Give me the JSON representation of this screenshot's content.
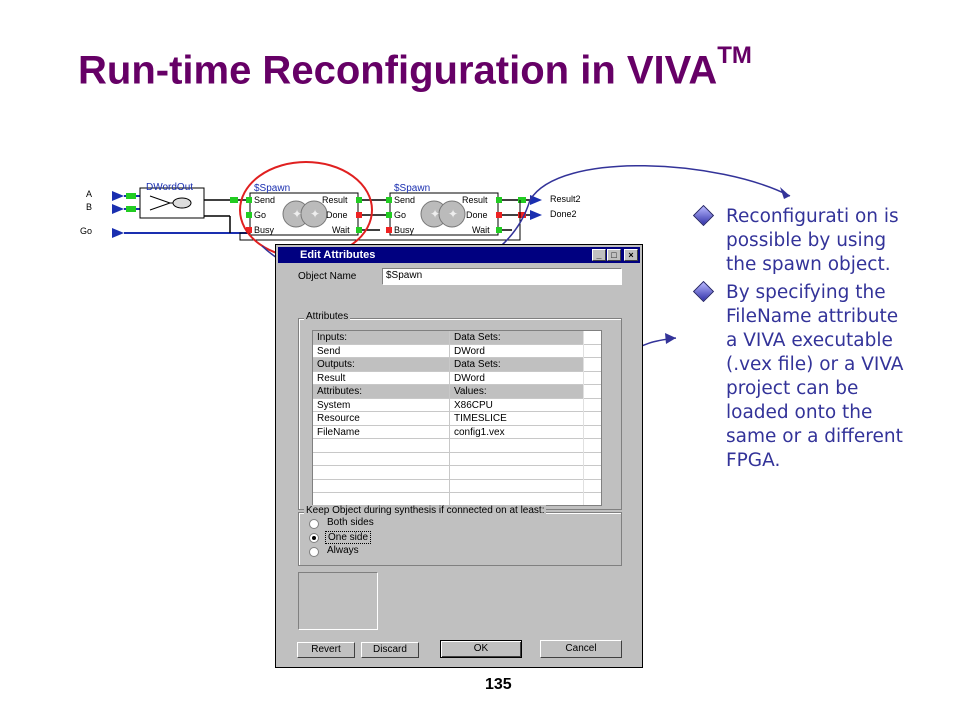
{
  "slide": {
    "title": "Run-time Reconfiguration in VIVA",
    "title_superscript": "TM",
    "page_number": "135"
  },
  "schematic": {
    "input_labels": [
      "A",
      "B",
      "Go"
    ],
    "dword_block": "DWordOut",
    "spawn1": {
      "name": "$Spawn",
      "pins_left": [
        "Send",
        "Go",
        "Busy"
      ],
      "pins_right": [
        "Result",
        "Done",
        "Wait"
      ]
    },
    "spawn2": {
      "name": "$Spawn",
      "pins_left": [
        "Send",
        "Go",
        "Busy"
      ],
      "pins_right": [
        "Result",
        "Done",
        "Wait"
      ]
    },
    "output_labels": [
      "Result2",
      "Done2"
    ]
  },
  "dialog": {
    "title": "Edit Attributes",
    "object_name_label": "Object Name",
    "object_name_value": "$Spawn",
    "attributes_group": "Attributes",
    "rows": [
      {
        "left": "Inputs:",
        "right": "Data Sets:",
        "header": true
      },
      {
        "left": "Send",
        "right": "DWord",
        "header": false
      },
      {
        "left": "Outputs:",
        "right": "Data Sets:",
        "header": true
      },
      {
        "left": "Result",
        "right": "DWord",
        "header": false
      },
      {
        "left": "Attributes:",
        "right": "Values:",
        "header": true
      },
      {
        "left": "System",
        "right": "X86CPU",
        "header": false
      },
      {
        "left": "Resource",
        "right": "TIMESLICE",
        "header": false
      },
      {
        "left": "FileName",
        "right": "config1.vex",
        "header": false
      }
    ],
    "keep_group": "Keep Object during synthesis if connected on at least:",
    "radio_options": [
      "Both sides",
      "One side",
      "Always"
    ],
    "radio_selected": "One side",
    "buttons": {
      "revert": "Revert",
      "discard": "Discard",
      "ok": "OK",
      "cancel": "Cancel"
    },
    "window_buttons": [
      "minimize-icon",
      "maximize-icon",
      "close-icon"
    ]
  },
  "bullets": [
    "Reconfigurati on is possible by using the spawn object.",
    "By specifying the FileName attribute a VIVA executable (.vex file) or a VIVA project can be loaded onto the same or a different FPGA."
  ],
  "colors": {
    "title": "#660066",
    "bullet_text": "#333399",
    "highlight_ellipse": "#e02020",
    "arrow": "#333399",
    "dialog_bg": "#c0c0c0",
    "titlebar": "#000080"
  }
}
